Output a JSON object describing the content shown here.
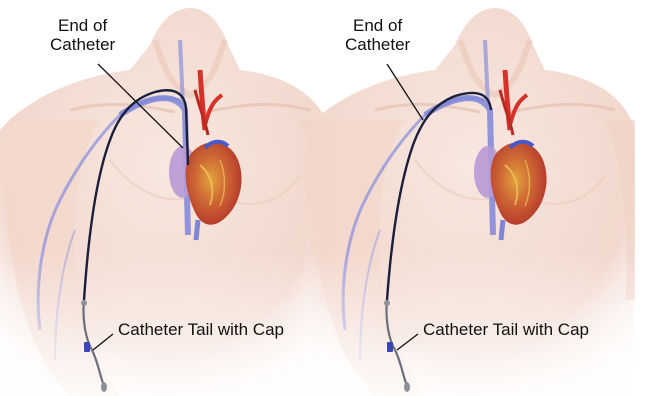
{
  "panels": [
    {
      "end_label": "End of\nCatheter",
      "tail_label": "Catheter Tail with Cap"
    },
    {
      "end_label": "End of\nCatheter",
      "tail_label": "Catheter Tail with Cap"
    }
  ],
  "colors": {
    "skin": "#f3dcd2",
    "skin_shadow": "#e7c2b3",
    "vein_blue": "#7f86d8",
    "artery_red": "#d6322a",
    "heart": "#c8462f",
    "heart_highlight": "#e4a23a",
    "atrium_purple": "#b79ad6",
    "catheter": "#1b1f3a",
    "cap_grey": "#8d8f98",
    "label_text": "#111111"
  }
}
